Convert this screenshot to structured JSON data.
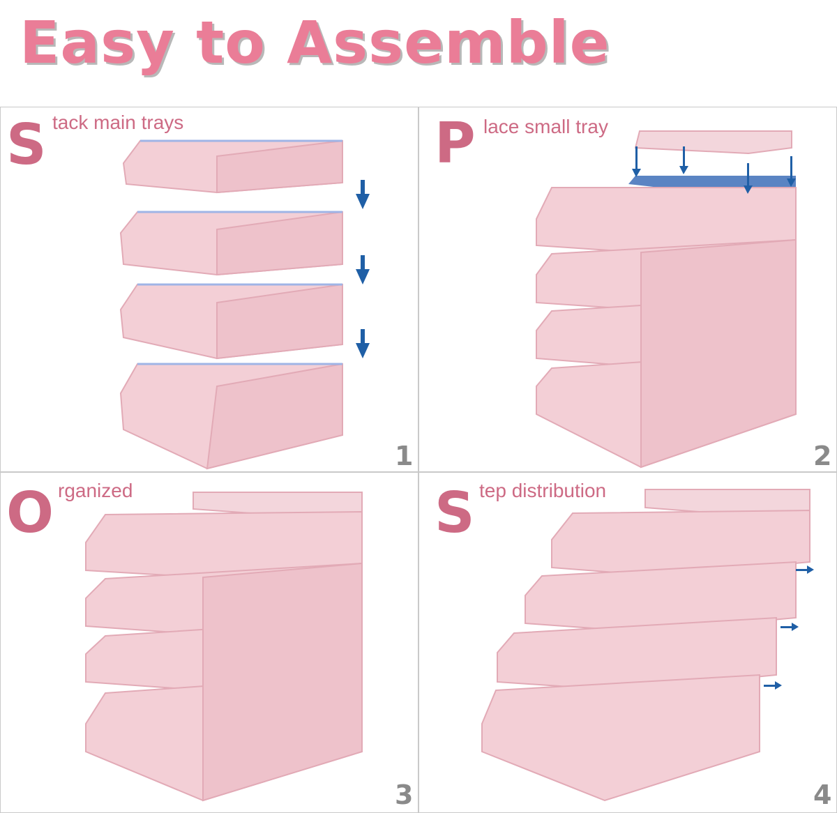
{
  "title": "Easy to Assemble",
  "colors": {
    "title_pink": "#ea7d97",
    "caption_pink": "#cd6a84",
    "tray_pink": "#f3cfd6",
    "tray_shade": "#e8b7c1",
    "arrow_blue": "#1f5fa6",
    "number_gray": "#8a8a8a"
  },
  "steps": [
    {
      "letter": "S",
      "rest": "tack main trays",
      "number": "1",
      "arrows": [
        "arrow-down-icon",
        "arrow-down-icon",
        "arrow-down-icon"
      ]
    },
    {
      "letter": "P",
      "rest": "lace small tray",
      "number": "2",
      "arrows": [
        "arrow-down-icon",
        "arrow-down-icon",
        "arrow-down-icon",
        "arrow-down-icon"
      ]
    },
    {
      "letter": "O",
      "rest": "rganized",
      "number": "3",
      "arrows": []
    },
    {
      "letter": "S",
      "rest": "tep distribution",
      "number": "4",
      "arrows": [
        "arrow-right-icon",
        "arrow-right-icon",
        "arrow-right-icon"
      ]
    }
  ]
}
